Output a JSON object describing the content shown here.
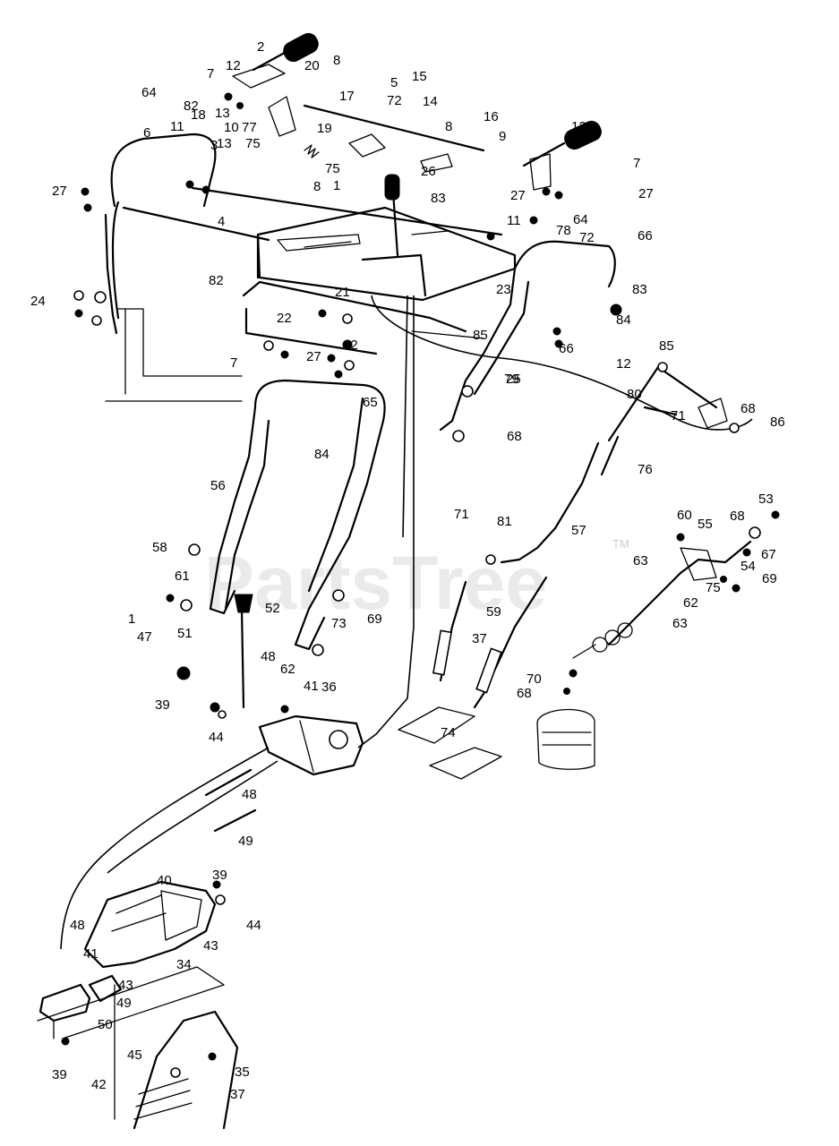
{
  "watermark": {
    "text": "PartsTree",
    "tm": "TM"
  },
  "callouts": [
    "2",
    "12",
    "20",
    "8",
    "7",
    "5",
    "15",
    "14",
    "64",
    "82",
    "13",
    "18",
    "17",
    "72",
    "11",
    "10",
    "77",
    "6",
    "19",
    "8",
    "75",
    "16",
    "9",
    "75",
    "3",
    "8",
    "13",
    "12",
    "7",
    "27",
    "27",
    "1",
    "26",
    "83",
    "4",
    "27",
    "11",
    "64",
    "78",
    "72",
    "66",
    "82",
    "83",
    "84",
    "24",
    "21",
    "23",
    "22",
    "85",
    "25",
    "12",
    "7",
    "27",
    "66",
    "12",
    "65",
    "85",
    "79",
    "80",
    "71",
    "68",
    "86",
    "84",
    "68",
    "76",
    "56",
    "53",
    "60",
    "55",
    "68",
    "71",
    "81",
    "57",
    "67",
    "63",
    "58",
    "54",
    "69",
    "61",
    "75",
    "59",
    "62",
    "1",
    "52",
    "63",
    "69",
    "73",
    "37",
    "47",
    "51",
    "48",
    "62",
    "70",
    "36",
    "41",
    "68",
    "39",
    "74",
    "44",
    "48",
    "49",
    "39",
    "40",
    "44",
    "48",
    "43",
    "41",
    "34",
    "43",
    "49",
    "50",
    "45",
    "35",
    "39",
    "37",
    "42"
  ]
}
